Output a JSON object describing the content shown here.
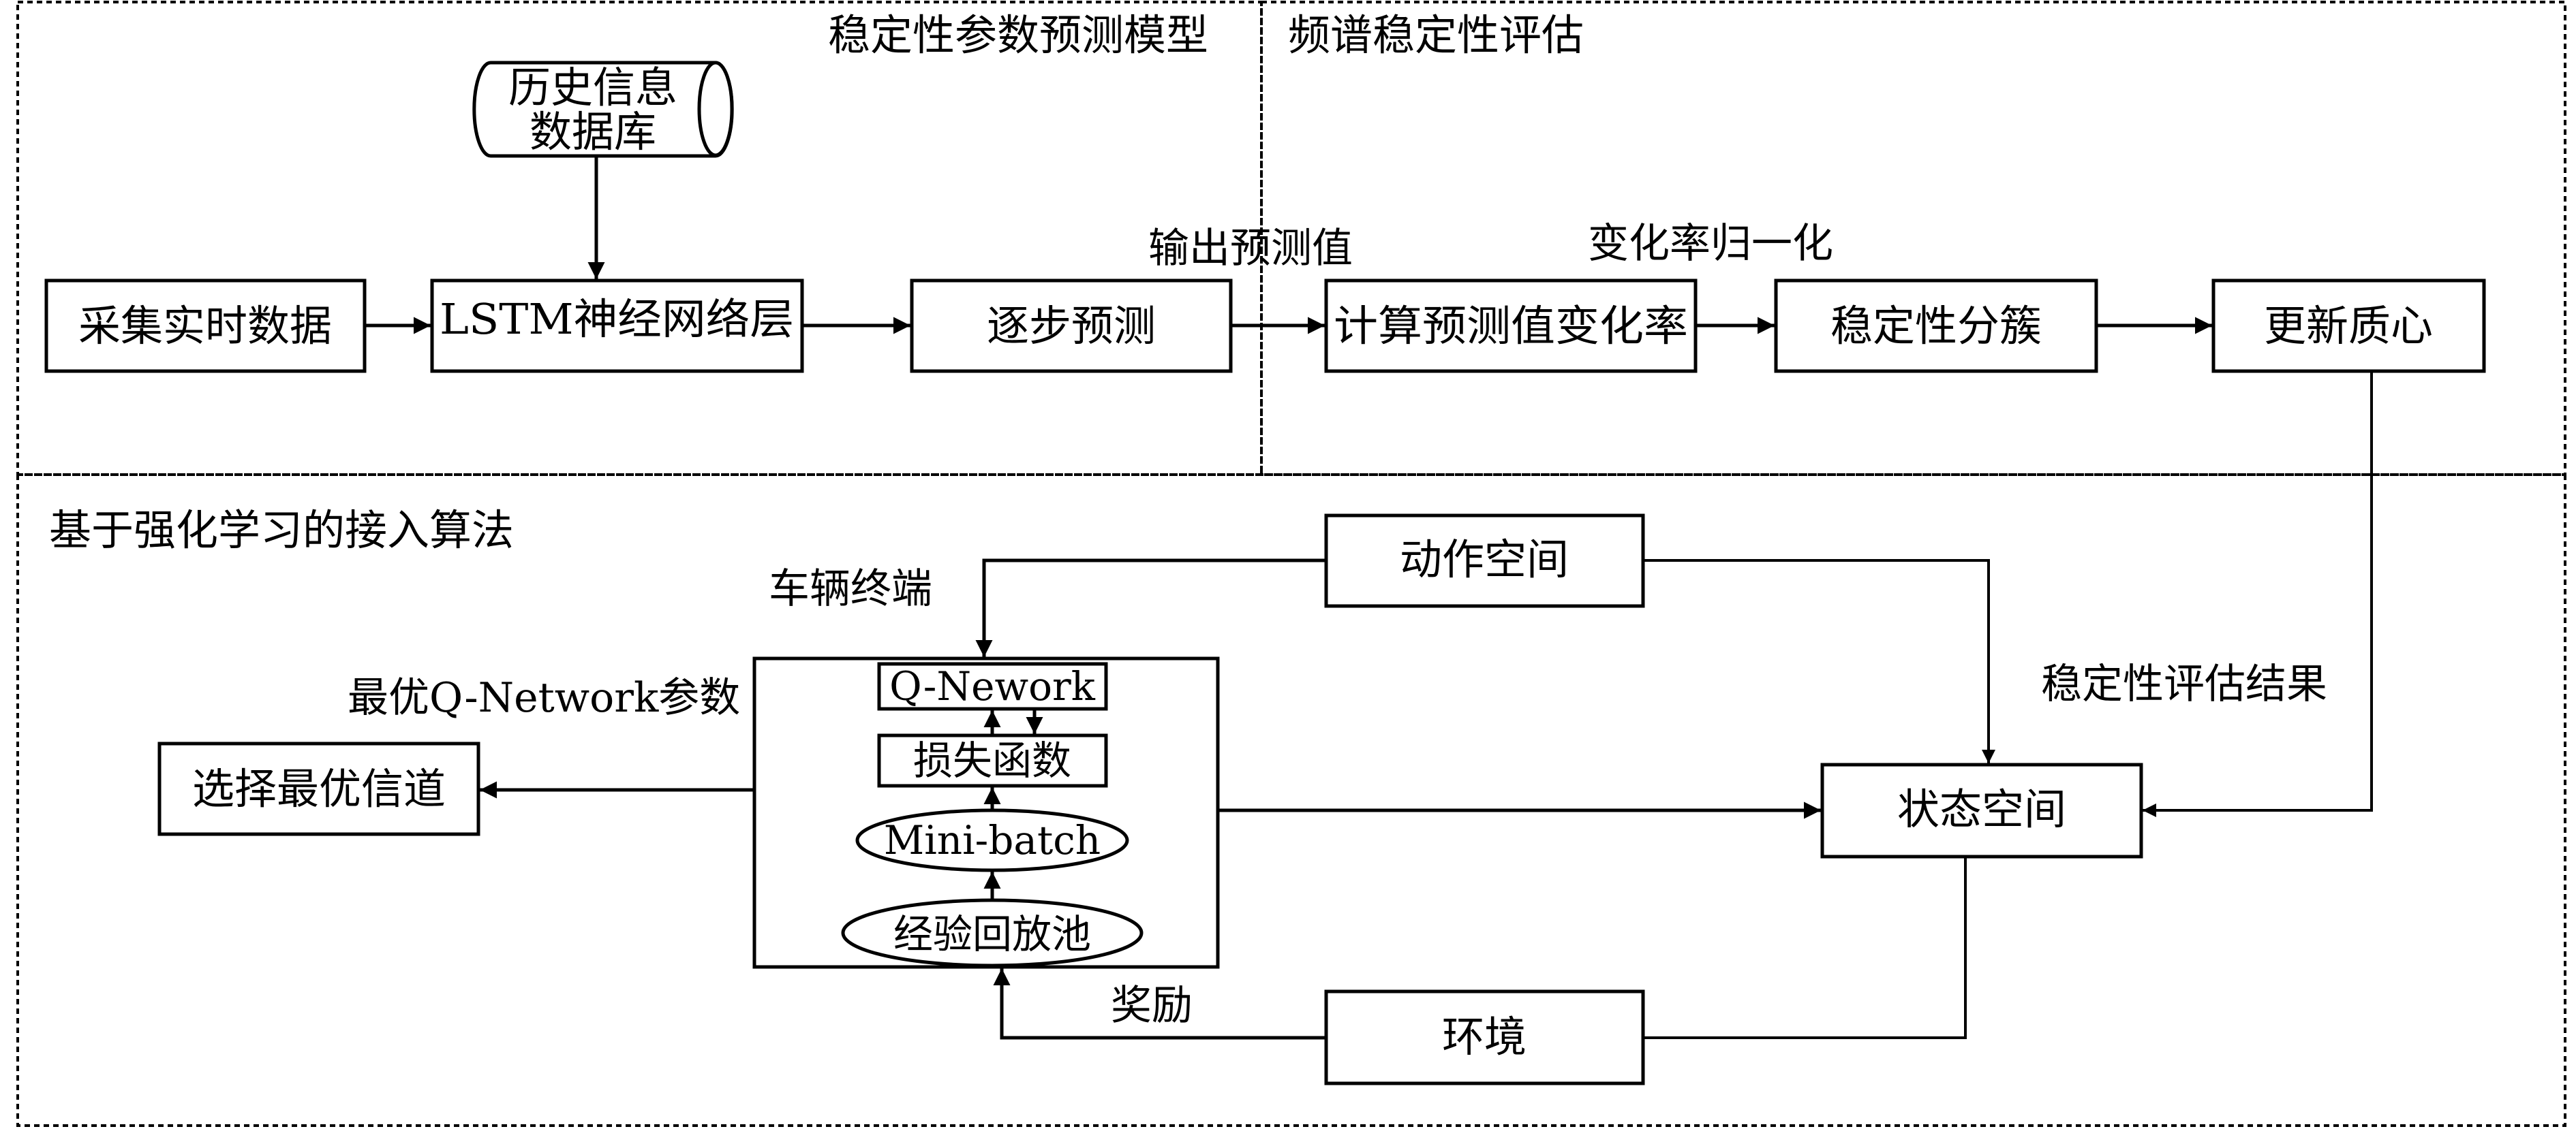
{
  "panels": {
    "prediction_model": {
      "title": "稳定性参数预测模型"
    },
    "spectrum_assessment": {
      "title": "频谱稳定性评估"
    },
    "rl_access": {
      "title": "基于强化学习的接入算法"
    }
  },
  "nodes": {
    "history_db": {
      "line1": "历史信息",
      "line2": "数据库"
    },
    "collect_data": "采集实时数据",
    "lstm_layer": "LSTM神经网络层",
    "stepwise_predict": "逐步预测",
    "compute_rate": "计算预测值变化率",
    "stability_cluster": "稳定性分簇",
    "update_centroid": "更新质心",
    "action_space": "动作空间",
    "state_space": "状态空间",
    "environment": "环境",
    "select_channel": "选择最优信道",
    "q_network": "Q-Nework",
    "loss_function": "损失函数",
    "mini_batch": "Mini-batch",
    "replay_pool": "经验回放池"
  },
  "edge_labels": {
    "output_prediction": "输出预测值",
    "normalize_rate": "变化率归一化",
    "vehicle_terminal": "车辆终端",
    "optimal_params": "最优Q-Network参数",
    "stability_result": "稳定性评估结果",
    "reward": "奖励"
  }
}
